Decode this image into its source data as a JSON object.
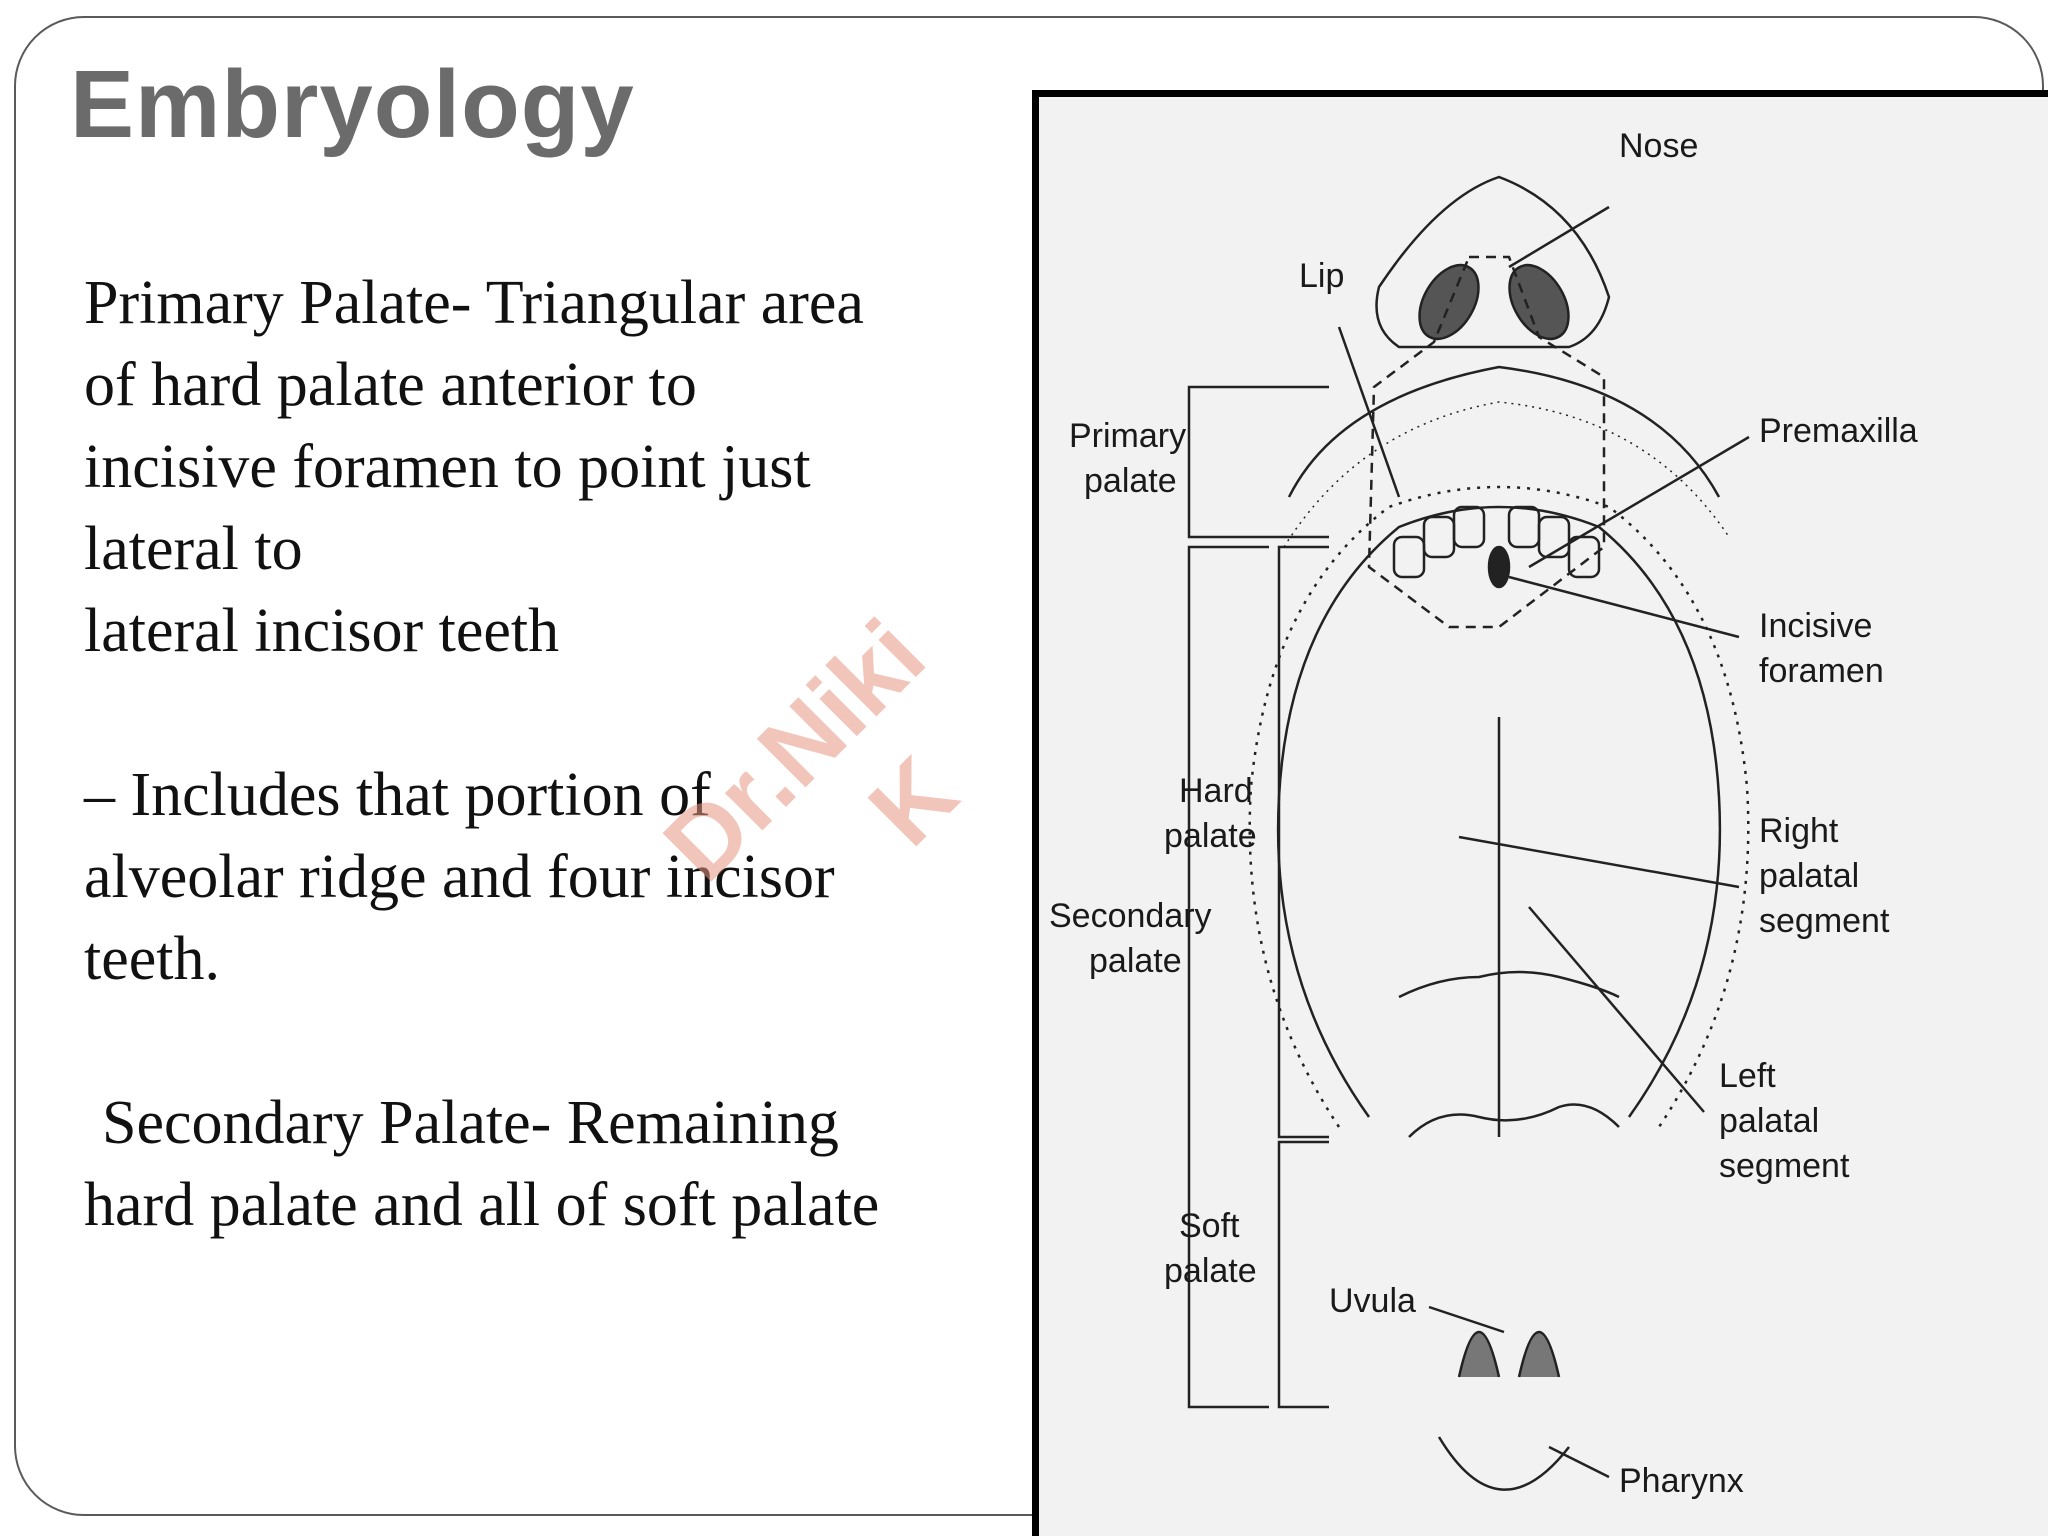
{
  "slide": {
    "title": "Embryology",
    "paragraphs": {
      "p1_l1": "Primary Palate- Triangular area",
      "p1_l2": "of hard palate anterior to",
      "p1_l3": "incisive foramen to point just",
      "p1_l4": "lateral to",
      "p1_l5": "lateral incisor teeth",
      "p2_l1": "– Includes that portion of",
      "p2_l2": "alveolar ridge and four incisor",
      "p2_l3": "teeth.",
      "p3_l1": "Secondary Palate- Remaining",
      "p3_l2": "hard palate and all of soft palate"
    },
    "watermark": {
      "line1": "Dr.Niki",
      "line2": "K"
    }
  },
  "figure": {
    "labels": {
      "nose": "Nose",
      "lip": "Lip",
      "primary_1": "Primary",
      "primary_2": "palate",
      "premaxilla": "Premaxilla",
      "incisive_1": "Incisive",
      "incisive_2": "foramen",
      "hard_1": "Hard",
      "hard_2": "palate",
      "secondary_1": "Secondary",
      "secondary_2": "palate",
      "right_1": "Right",
      "right_2": "palatal",
      "right_3": "segment",
      "left_1": "Left",
      "left_2": "palatal",
      "left_3": "segment",
      "soft_1": "Soft",
      "soft_2": "palate",
      "uvula": "Uvula",
      "pharynx": "Pharynx"
    }
  }
}
